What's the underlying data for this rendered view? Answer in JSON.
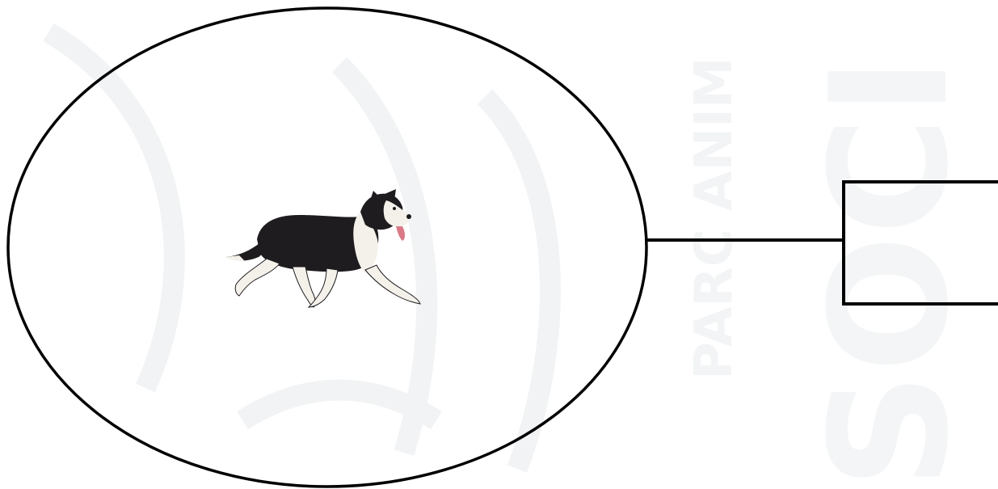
{
  "diagram": {
    "type": "concept-map-fragment",
    "ellipse": {
      "content": "dog-illustration",
      "label": ""
    },
    "box": {
      "label": ""
    },
    "connector": "straight-line"
  },
  "watermark": {
    "text_1": "PARC ANIM",
    "text_2": "SOCI",
    "color": "#f2f4f5"
  },
  "colors": {
    "stroke": "#000000",
    "background": "#ffffff",
    "dog_black": "#1e1c1f",
    "dog_white": "#f4f1ea",
    "tongue": "#d97a86"
  }
}
